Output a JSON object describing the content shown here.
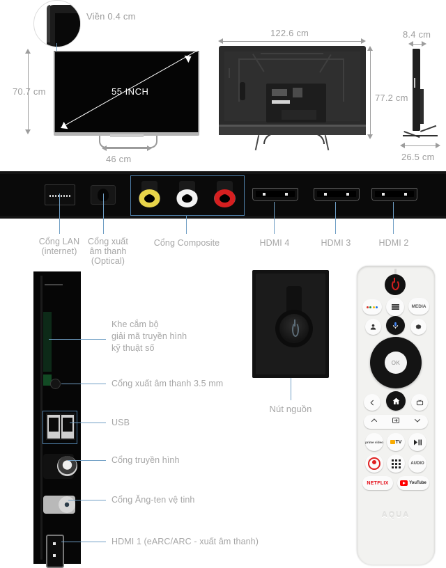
{
  "tv_front": {
    "bezel_label": "Viền 0.4 cm",
    "height_label": "70.7 cm",
    "screen_size_label": "55 INCH",
    "stand_width_label": "46 cm"
  },
  "tv_back": {
    "width_label": "122.6 cm",
    "height_label": "77.2 cm"
  },
  "tv_side": {
    "depth_label": "8.4 cm",
    "stand_depth_label": "26.5 cm"
  },
  "ports_bar": {
    "callouts": [
      {
        "id": "lan",
        "line1": "Cổng LAN",
        "line2": "(internet)"
      },
      {
        "id": "optical",
        "line1": "Cổng xuất",
        "line2": "âm thanh",
        "line3": "(Optical)"
      },
      {
        "id": "composite",
        "line1": "Cổng Composite"
      },
      {
        "id": "hdmi4",
        "line1": "HDMI 4"
      },
      {
        "id": "hdmi3",
        "line1": "HDMI 3"
      },
      {
        "id": "hdmi2",
        "line1": "HDMI 2"
      }
    ]
  },
  "side_panel": {
    "callouts": [
      {
        "id": "ci-slot",
        "line1": "Khe cắm bộ",
        "line2": "giải mã truyền hình",
        "line3": "kỹ thuật số"
      },
      {
        "id": "audio-out-35",
        "line1": "Cổng xuất âm thanh 3.5 mm"
      },
      {
        "id": "usb",
        "line1": "USB"
      },
      {
        "id": "tv-tuner",
        "line1": "Cổng truyền hình"
      },
      {
        "id": "satellite",
        "line1": "Cổng Ăng-ten vệ tinh"
      },
      {
        "id": "hdmi1",
        "line1": "HDMI 1 (eARC/ARC - xuất âm thanh)"
      }
    ]
  },
  "power_button": {
    "label": "Nút nguồn"
  },
  "remote": {
    "brand": "AQUA",
    "buttons": [
      {
        "id": "power",
        "label": "",
        "icon": "power-icon"
      },
      {
        "id": "color-keys",
        "label": "",
        "icon": "color-dots-icon"
      },
      {
        "id": "menu",
        "label": "",
        "icon": "hamburger-icon"
      },
      {
        "id": "media",
        "label": "MEDIA",
        "icon": "media-text"
      },
      {
        "id": "profile",
        "label": "",
        "icon": "profile-icon"
      },
      {
        "id": "voice",
        "label": "",
        "icon": "microphone-icon"
      },
      {
        "id": "settings",
        "label": "",
        "icon": "gear-icon"
      },
      {
        "id": "ok",
        "label": "OK",
        "icon": "ok-text"
      },
      {
        "id": "back",
        "label": "",
        "icon": "back-arrow-icon"
      },
      {
        "id": "home",
        "label": "",
        "icon": "home-icon"
      },
      {
        "id": "tv-guide",
        "label": "",
        "icon": "tv-box-icon"
      },
      {
        "id": "volume-up",
        "label": "",
        "icon": "chevron-up-icon"
      },
      {
        "id": "input-source",
        "label": "",
        "icon": "input-source-icon"
      },
      {
        "id": "volume-down",
        "label": "",
        "icon": "chevron-down-icon"
      },
      {
        "id": "prime-video",
        "label": "prime video",
        "icon": "prime-video-icon"
      },
      {
        "id": "google-tv",
        "label": "TV",
        "icon": "google-tv-icon"
      },
      {
        "id": "play-pause",
        "label": "",
        "icon": "play-pause-icon"
      },
      {
        "id": "record",
        "label": "",
        "icon": "record-icon"
      },
      {
        "id": "keypad",
        "label": "",
        "icon": "keypad-icon"
      },
      {
        "id": "audio",
        "label": "AUDIO",
        "icon": "audio-text"
      },
      {
        "id": "netflix",
        "label": "NETFLIX",
        "icon": "netflix-icon"
      },
      {
        "id": "youtube",
        "label": "YouTube",
        "icon": "youtube-icon"
      }
    ]
  },
  "colors": {
    "leader_line": "#6f9ec4",
    "highlight_box": "#4f7fa8",
    "dimension_text": "#9d9d9d",
    "callout_text": "#a6a6a6",
    "netflix_red": "#e50914",
    "youtube_red": "#ff0000",
    "record_red": "#e02020"
  }
}
